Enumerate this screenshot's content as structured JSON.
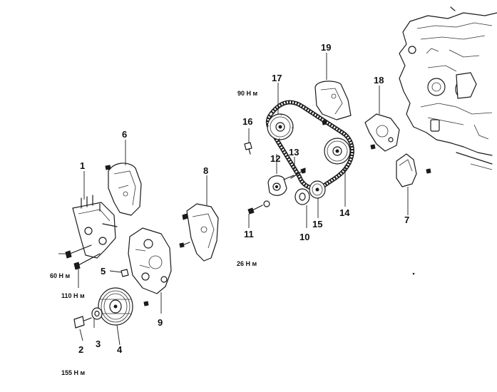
{
  "callouts": {
    "n1": "1",
    "n2": "2",
    "n3": "3",
    "n4": "4",
    "n5": "5",
    "n6": "6",
    "n7": "7",
    "n8": "8",
    "n9": "9",
    "n10": "10",
    "n11": "11",
    "n12": "12",
    "n13": "13",
    "n14": "14",
    "n15": "15",
    "n16": "16",
    "n17": "17",
    "n18": "18",
    "n19": "19"
  },
  "torques": {
    "t16": "90 Н м",
    "t11": "26 Н м",
    "t60": "60 Н м",
    "t110": "110 Н м",
    "t155": "155 Н м"
  }
}
